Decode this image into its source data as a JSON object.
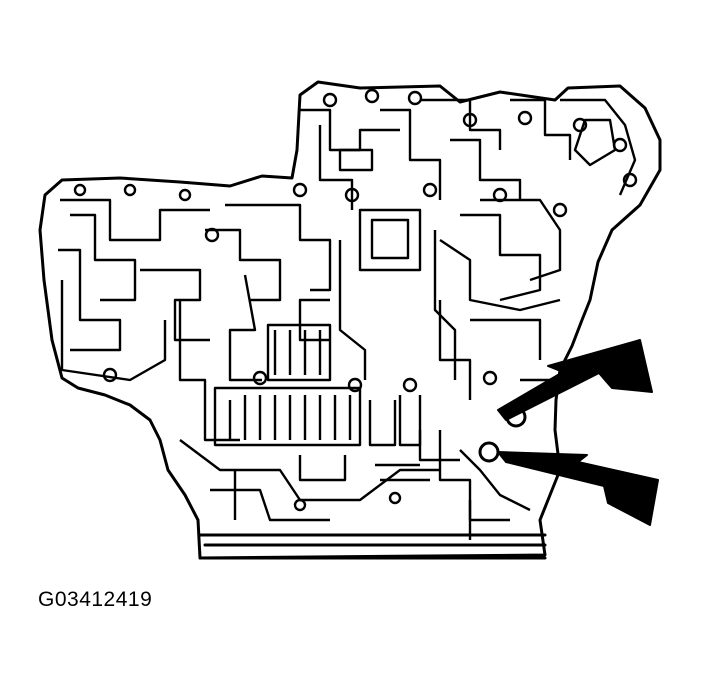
{
  "figure": {
    "id_label": "G03412419",
    "subject": "valve-body-illustration",
    "callout_count": 2,
    "colors": {
      "ink": "#000000",
      "paper": "#ffffff"
    }
  }
}
